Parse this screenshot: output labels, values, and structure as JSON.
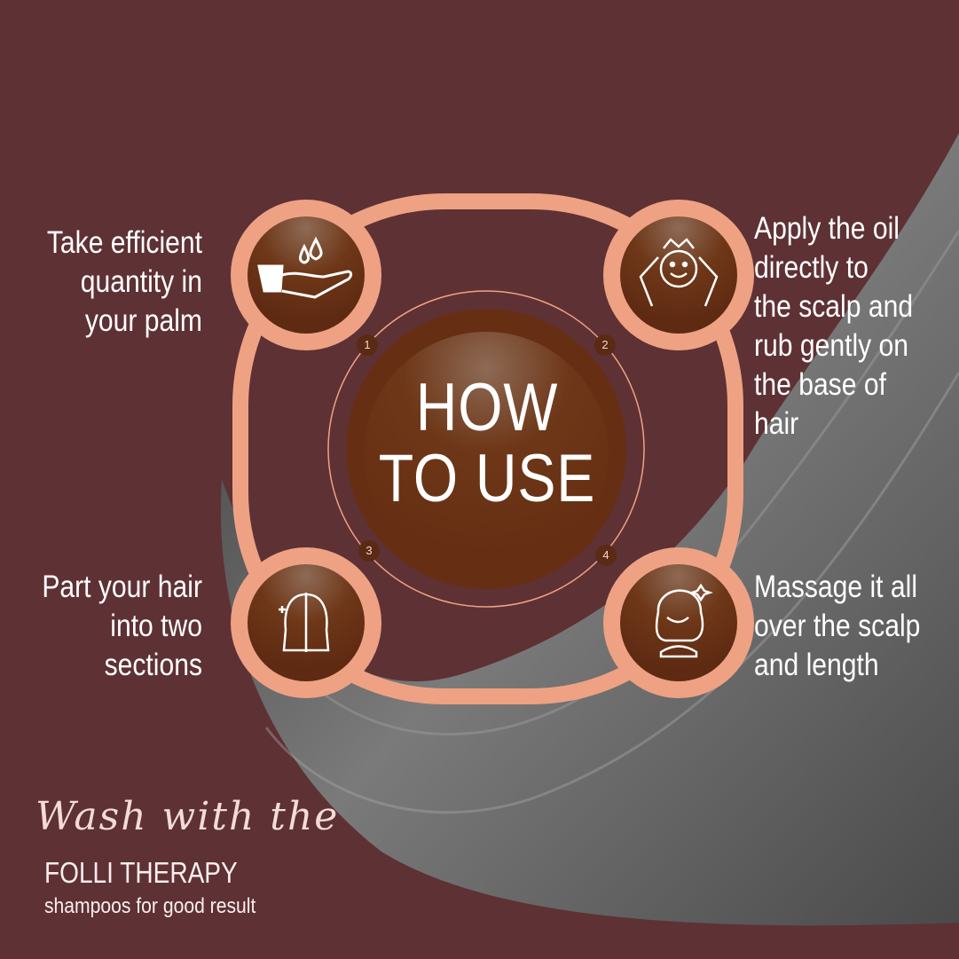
{
  "title": "HOW TO USE",
  "title_lines": [
    "HOW",
    "TO USE"
  ],
  "colors": {
    "background": "#5e3135",
    "ring": "#eea283",
    "circle": "#6a2f14",
    "text": "#ffffff"
  },
  "steps": [
    {
      "number": "1",
      "text": "Take efficient\nquantity in\nyour palm",
      "icon": "hand-with-drops-icon"
    },
    {
      "number": "2",
      "text": "Apply the oil\ndirectly to\nthe scalp and\nrub gently on\nthe base of\nhair",
      "icon": "scalp-massage-icon"
    },
    {
      "number": "3",
      "text": "Part your hair\ninto two\nsections",
      "icon": "parted-hair-icon"
    },
    {
      "number": "4",
      "text": "Massage it all\nover the scalp\nand length",
      "icon": "shiny-hair-woman-icon"
    }
  ],
  "footer": {
    "script": "Wash with the",
    "brand": "FOLLI THERAPY",
    "tagline": "shampoos for good result"
  }
}
